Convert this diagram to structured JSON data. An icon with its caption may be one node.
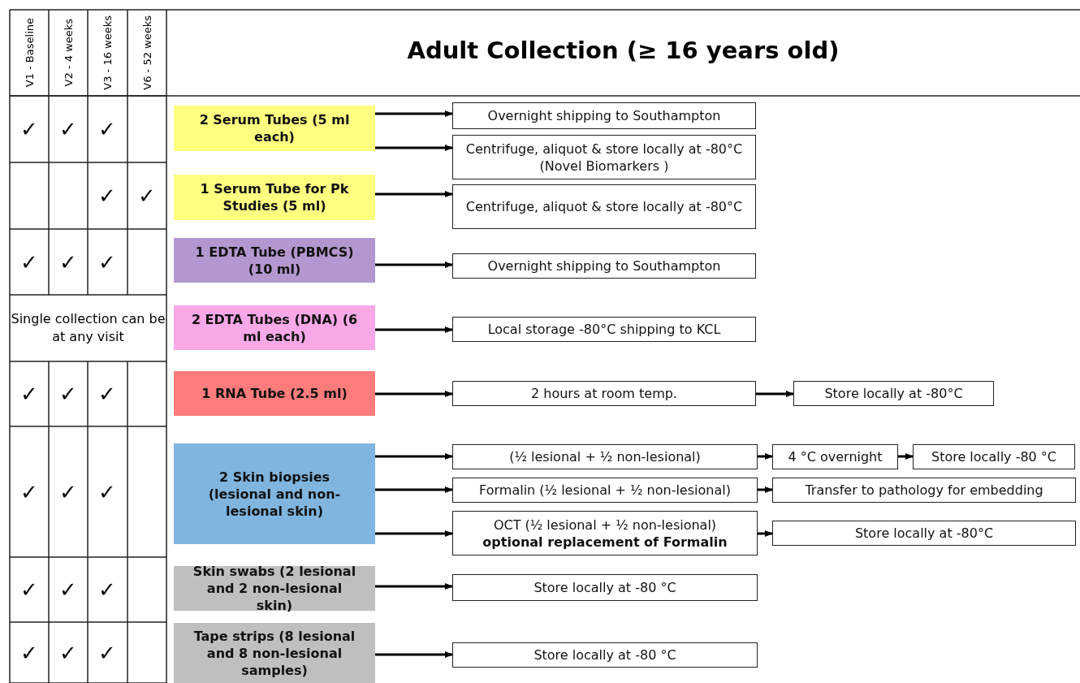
{
  "diagram": {
    "title": "Adult Collection (≥ 16 years old)",
    "nodes": [
      {
        "text": [
          "2 Serum Tubes (5 ml each)"
        ]
      },
      {
        "text": [
          "Overnight shipping to Southampton"
        ]
      },
      {
        "text": [
          "Centrifuge, aliquot & store locally at -80°C (Novel Biomarkers )"
        ]
      },
      {
        "text": [
          "1 Serum Tube for Pk Studies (5 ml)"
        ]
      },
      {
        "text": [
          "Centrifuge, aliquot & store locally at -80°C"
        ]
      },
      {
        "text": [
          "1 EDTA Tube (PBMCS) (10 ml)"
        ]
      },
      {
        "text": [
          "Overnight shipping to Southampton"
        ]
      },
      {
        "text": [
          "2 EDTA Tubes (DNA) (6 ml each)"
        ]
      },
      {
        "text": [
          "Local storage -80°C shipping to KCL"
        ]
      },
      {
        "text": [
          "1 RNA Tube (2.5 ml)"
        ]
      },
      {
        "text": [
          "2 hours at room temp."
        ]
      },
      {
        "text": [
          "Store locally at -80°C"
        ]
      },
      {
        "text": [
          "2 Skin biopsies (lesional and non-lesional skin)"
        ]
      },
      {
        "text": [
          "(½ lesional + ½ non-lesional)"
        ]
      },
      {
        "text": [
          "4 °C overnight"
        ]
      },
      {
        "text": [
          "Store locally -80 °C"
        ]
      },
      {
        "text": [
          "Formalin (½ lesional + ½ non-lesional)"
        ]
      },
      {
        "text": [
          "Transfer to pathology for embedding"
        ]
      },
      {
        "text": [
          "OCT (½ lesional + ½ non-lesional)",
          "optional replacement of Formalin"
        ]
      },
      {
        "text": [
          "Store locally at -80°C"
        ]
      },
      {
        "text": [
          "Skin swabs (2 lesional and 2 non-lesional skin)"
        ]
      },
      {
        "text": [
          "Store locally at -80 °C"
        ]
      },
      {
        "text": [
          "Tape strips (8 lesional and 8 non-lesional samples)"
        ]
      },
      {
        "text": [
          "Store locally at -80 °C"
        ]
      }
    ],
    "edges": [
      {
        "from": 0,
        "to": 1,
        "arrow": "to"
      },
      {
        "from": 0,
        "to": 2,
        "arrow": "to"
      },
      {
        "from": 3,
        "to": 4,
        "arrow": "to"
      },
      {
        "from": 5,
        "to": 6,
        "arrow": "to"
      },
      {
        "from": 7,
        "to": 8,
        "arrow": "to"
      },
      {
        "from": 9,
        "to": 10,
        "arrow": "to"
      },
      {
        "from": 10,
        "to": 11,
        "arrow": "to"
      },
      {
        "from": 12,
        "to": 13,
        "arrow": "to"
      },
      {
        "from": 13,
        "to": 14,
        "arrow": "to"
      },
      {
        "from": 14,
        "to": 15,
        "arrow": "to"
      },
      {
        "from": 12,
        "to": 16,
        "arrow": "to"
      },
      {
        "from": 16,
        "to": 17,
        "arrow": "to"
      },
      {
        "from": 12,
        "to": 18,
        "arrow": "to"
      },
      {
        "from": 18,
        "to": 19,
        "arrow": "to"
      },
      {
        "from": 20,
        "to": 21,
        "arrow": "to"
      },
      {
        "from": 22,
        "to": 23,
        "arrow": "to"
      }
    ],
    "labels": [
      "V1 - Baseline",
      "V2 - 4 weeks",
      "V3 - 16 weeks",
      "V6 - 52 weeks",
      "✓",
      "✓",
      "✓",
      "✓",
      "✓",
      "✓",
      "✓",
      "✓",
      "Single collection can be at any visit",
      "✓",
      "✓",
      "✓",
      "✓",
      "✓",
      "✓",
      "✓",
      "✓",
      "✓",
      "✓",
      "✓",
      "✓"
    ]
  }
}
